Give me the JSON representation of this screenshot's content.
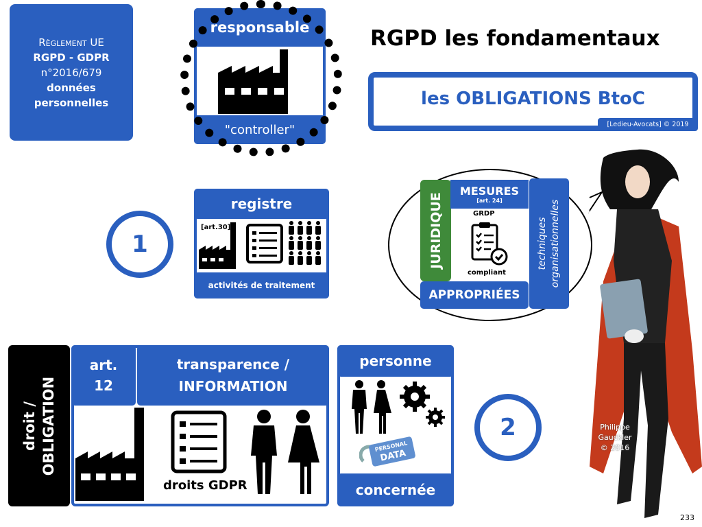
{
  "reglement": {
    "line1": "Règlement UE",
    "line2": "RGPD - GDPR",
    "line3": "n°2016/679",
    "line4": "données",
    "line5": "personnelles"
  },
  "responsable": {
    "title": "responsable",
    "subtitle": "\"controller\"",
    "icon": "factory-icon"
  },
  "title": "RGPD les fondamentaux",
  "obligations": {
    "label": "les OBLIGATIONS BtoC",
    "credit": "[Ledieu-Avocats] © 2019"
  },
  "step1": {
    "number": "1"
  },
  "registre": {
    "title": "registre",
    "article": "[art.30]",
    "footer": "activités de traitement"
  },
  "mesures": {
    "juridique": "JURIDIQUE",
    "title": "MESURES",
    "article": "[art. 24]",
    "badge": "GRDP",
    "compliant": "compliant",
    "appropriees": "APPROPRIÉES",
    "techniques": "techniques",
    "organisationnelles": "organisationnelles"
  },
  "droit": {
    "line1": "droit /",
    "line2": "OBLIGATION"
  },
  "transparence": {
    "article_line1": "art.",
    "article_line2": "12",
    "title_line1": "transparence /",
    "title_line2": "INFORMATION",
    "droits": "droits GDPR"
  },
  "personne": {
    "title": "personne",
    "footer": "concernée",
    "data_tag_line1": "PERSONAL",
    "data_tag_line2": "DATA"
  },
  "step2": {
    "number": "2"
  },
  "artist_credit": {
    "line1": "Philippe",
    "line2": "Gauckler",
    "line3": "© 2016"
  },
  "page_number": "233",
  "colors": {
    "blue": "#2a5fbf",
    "green": "#3f8a3a",
    "black": "#000000"
  }
}
